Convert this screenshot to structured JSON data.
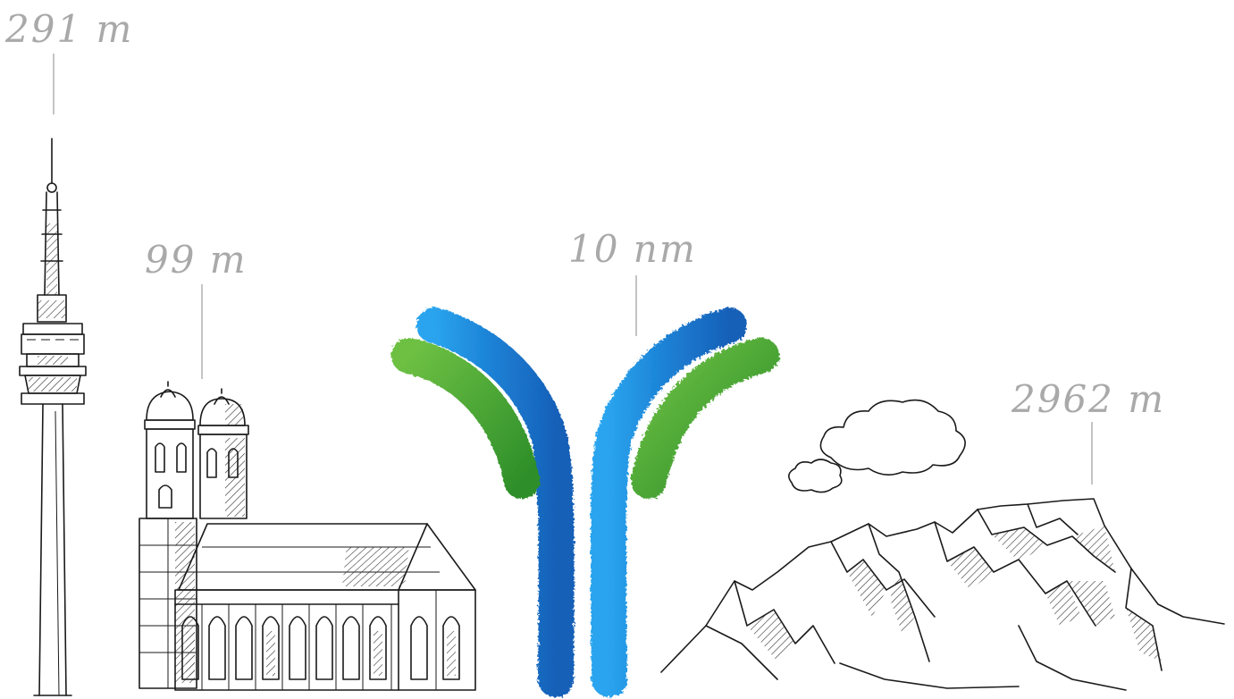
{
  "labels": {
    "tower": "291 m",
    "church": "99 m",
    "antibody": "10 nm",
    "mountain": "2962 m"
  },
  "colors": {
    "heavy_chain": "#1f86d6",
    "light_chain": "#4caf35",
    "ink": "#1a1a1a",
    "label": "#a9a9a9"
  },
  "icons": [
    "tv-tower-sketch",
    "cathedral-sketch",
    "antibody-illustration",
    "mountain-sketch",
    "cloud-sketch"
  ]
}
